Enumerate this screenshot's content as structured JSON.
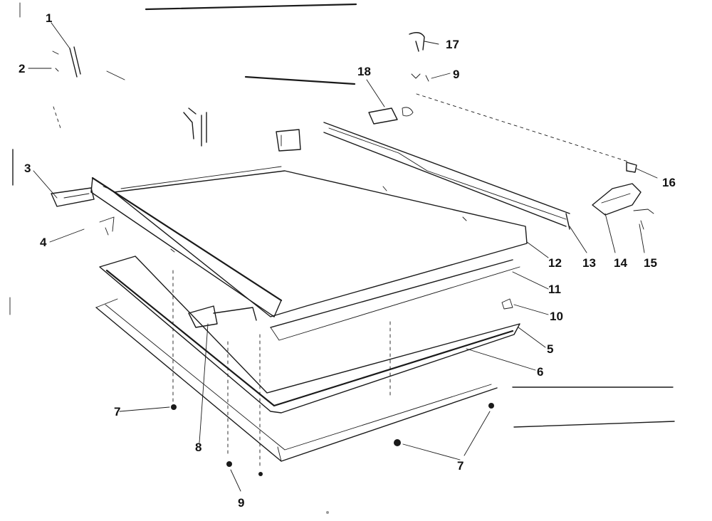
{
  "callouts": [
    {
      "id": "c1",
      "text": "1"
    },
    {
      "id": "c2",
      "text": "2"
    },
    {
      "id": "c3",
      "text": "3"
    },
    {
      "id": "c4",
      "text": "4"
    },
    {
      "id": "c5",
      "text": "5"
    },
    {
      "id": "c6",
      "text": "6"
    },
    {
      "id": "c7a",
      "text": "7"
    },
    {
      "id": "c7b",
      "text": "7"
    },
    {
      "id": "c8",
      "text": "8"
    },
    {
      "id": "c9a",
      "text": "9"
    },
    {
      "id": "c9b",
      "text": "9"
    },
    {
      "id": "c10",
      "text": "10"
    },
    {
      "id": "c11",
      "text": "11"
    },
    {
      "id": "c12",
      "text": "12"
    },
    {
      "id": "c13",
      "text": "13"
    },
    {
      "id": "c14",
      "text": "14"
    },
    {
      "id": "c15",
      "text": "15"
    },
    {
      "id": "c16",
      "text": "16"
    },
    {
      "id": "c17",
      "text": "17"
    },
    {
      "id": "c18",
      "text": "18"
    }
  ]
}
